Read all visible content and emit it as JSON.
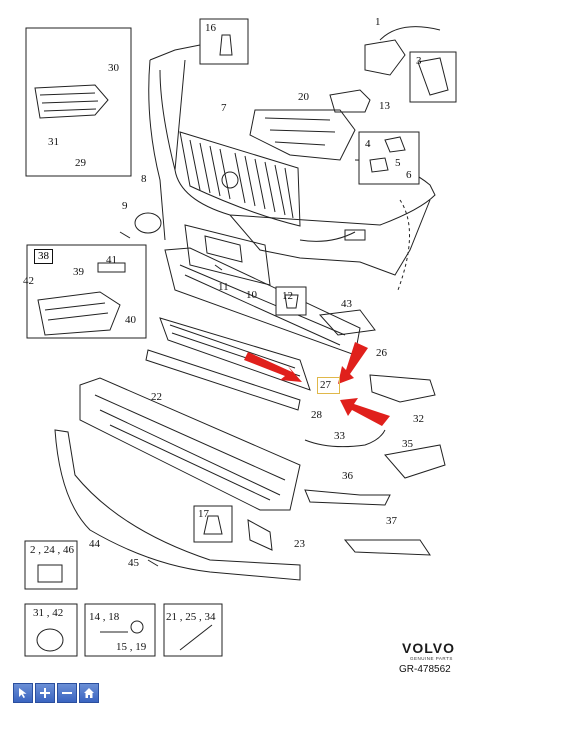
{
  "callouts": {
    "c1": "1",
    "c3": "3",
    "c4": "4",
    "c5": "5",
    "c6": "6",
    "c7": "7",
    "c8": "8",
    "c9": "9",
    "c10": "10",
    "c11": "11",
    "c12": "12",
    "c13": "13",
    "c16": "16",
    "c17": "17",
    "c20": "20",
    "c22": "22",
    "c23": "23",
    "c26": "26",
    "c27": "27",
    "c28": "28",
    "c29": "29",
    "c30": "30",
    "c31": "31",
    "c32": "32",
    "c33": "33",
    "c35": "35",
    "c36": "36",
    "c37": "37",
    "c38": "38",
    "c39": "39",
    "c40": "40",
    "c41": "41",
    "c42": "42",
    "c43": "43",
    "c44": "44",
    "c45": "45"
  },
  "panels": {
    "p_2_24_46": "2 , 24 , 46",
    "p_31_42": "31 , 42",
    "p_14_18": "14 , 18",
    "p_15_19": "15 , 19",
    "p_21_25_34": "21 , 25 , 34"
  },
  "brand": {
    "name": "VOLVO",
    "sub": "GENUINE PARTS",
    "ref": "GR-478562"
  },
  "toolbar": {
    "buttons": [
      "pointer-icon",
      "zoom-in-icon",
      "zoom-out-icon",
      "home-icon"
    ]
  },
  "colors": {
    "highlight": "#e0b84a",
    "arrow": "#e0201c",
    "toolbar": "#3a64c0"
  }
}
